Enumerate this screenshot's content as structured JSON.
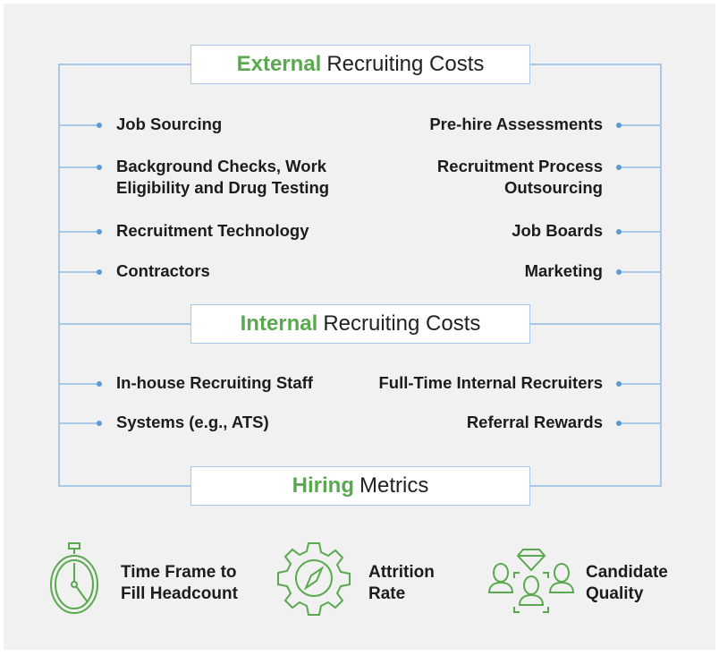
{
  "external": {
    "highlight": "External",
    "rest": "Recruiting Costs",
    "left": [
      "Job Sourcing",
      "Background Checks, Work Eligibility and Drug Testing",
      "Recruitment Technology",
      "Contractors"
    ],
    "right": [
      "Pre-hire Assessments",
      "Recruitment Process Outsourcing",
      "Job Boards",
      "Marketing"
    ]
  },
  "internal": {
    "highlight": "Internal",
    "rest": "Recruiting Costs",
    "left": [
      "In-house Recruiting Staff",
      "Systems (e.g., ATS)"
    ],
    "right": [
      "Full-Time Internal Recruiters",
      "Referral Rewards"
    ]
  },
  "hiring": {
    "highlight": "Hiring",
    "rest": "Metrics",
    "metrics": [
      {
        "label": "Time Frame to Fill Headcount",
        "icon": "stopwatch-icon"
      },
      {
        "label": "Attrition Rate",
        "icon": "gear-compass-icon"
      },
      {
        "label": "Candidate Quality",
        "icon": "candidates-diamond-icon"
      }
    ]
  },
  "colors": {
    "green": "#5aa84f",
    "line": "#a9c7e6",
    "dot": "#5b9bd5"
  }
}
